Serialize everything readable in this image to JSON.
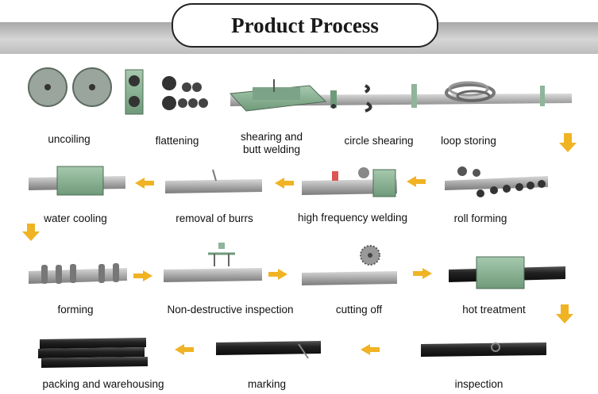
{
  "title": "Product Process",
  "steps": [
    "uncoiling",
    "flattening",
    "shearing and butt welding",
    "circle shearing",
    "loop storing",
    "water cooling",
    "removal of burrs",
    "high frequency welding",
    "roll forming",
    "forming",
    "Non-destructive inspection",
    "cutting off",
    "hot  treatment",
    "packing and warehousing",
    "marking",
    "inspection"
  ],
  "colors": {
    "arrow": "#f0b323",
    "machine": "#8fb59a",
    "metal": "#9a9a9a",
    "pipe": "#1e1e1e"
  }
}
